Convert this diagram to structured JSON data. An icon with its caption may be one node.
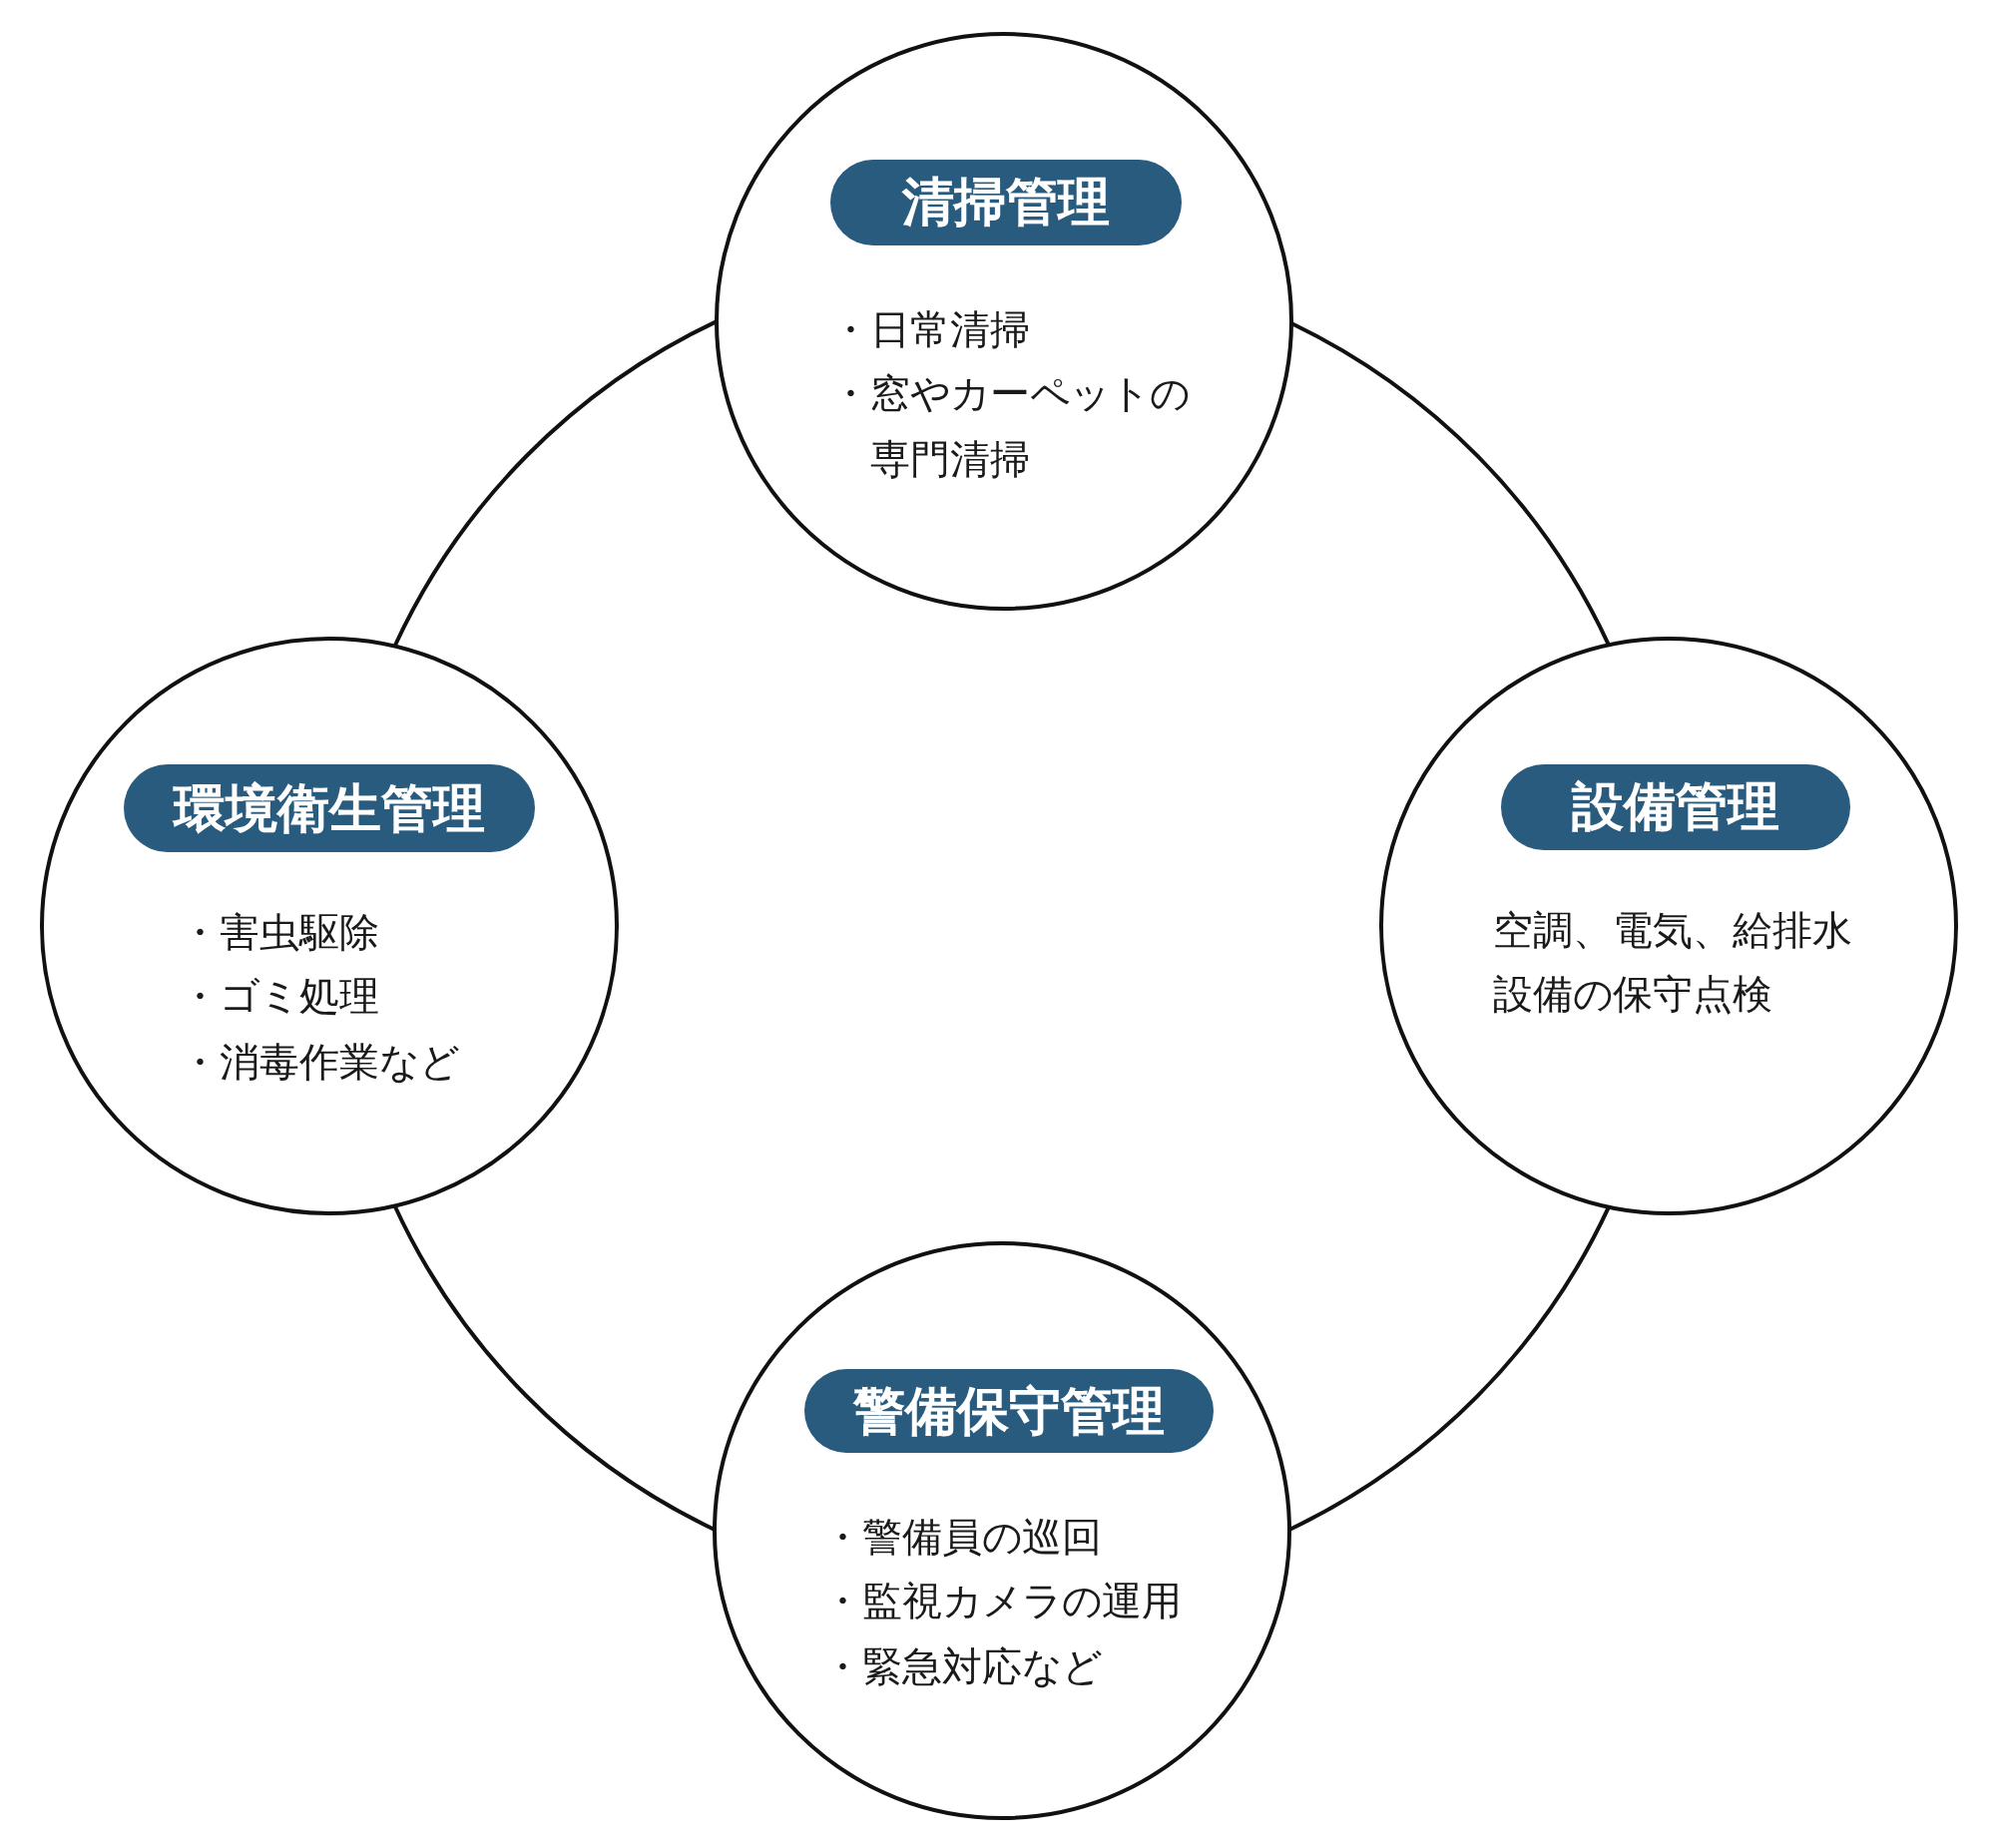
{
  "diagram": {
    "nodes": [
      {
        "text": [
          "・日常清掃",
          "・窓やカーペットの専門清掃"
        ]
      },
      {
        "text": [
          "清掃管理"
        ],
        "in": 0
      },
      {
        "text": [
          "・害虫駆除",
          "・ゴミ処理",
          "・消毒作業など"
        ]
      },
      {
        "text": [
          "環境衛生管理"
        ],
        "in": 2
      },
      {
        "text": [
          "空調、電気、給排水設備の保守点検"
        ]
      },
      {
        "text": [
          "設備管理"
        ],
        "in": 4
      },
      {
        "text": [
          "・警備員の巡回",
          "・監視カメラの運用",
          "・緊急対応など"
        ]
      },
      {
        "text": [
          "警備保守管理"
        ],
        "in": 6
      }
    ],
    "edges": [
      {
        "from": 0,
        "to": 4,
        "arrow": "none"
      },
      {
        "from": 4,
        "to": 6,
        "arrow": "none"
      },
      {
        "from": 6,
        "to": 2,
        "arrow": "none"
      },
      {
        "from": 2,
        "to": 0,
        "arrow": "none"
      }
    ]
  }
}
